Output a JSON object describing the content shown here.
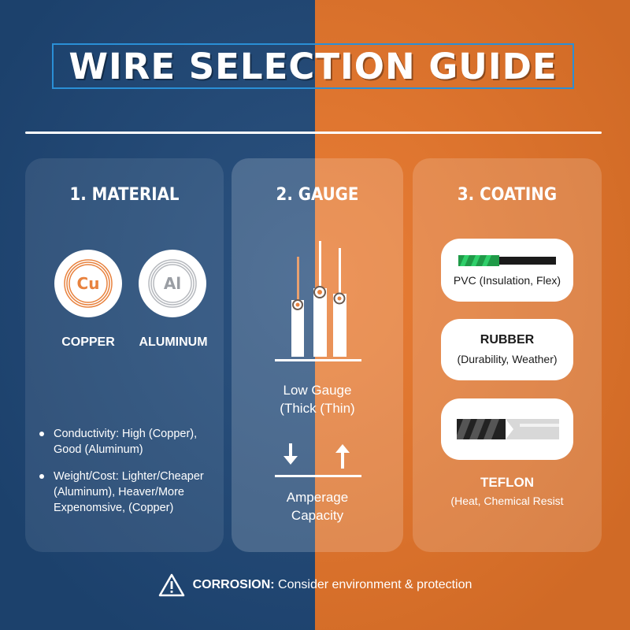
{
  "title": "WIRE SELECTION GUIDE",
  "colors": {
    "left_bg": "#1f4878",
    "right_bg": "#e8762a",
    "copper": "#e8823e",
    "aluminum": "#a9adb3",
    "pvc_green": "#1f9a48"
  },
  "material": {
    "heading": "1. MATERIAL",
    "copper": {
      "symbol": "Cu",
      "name": "COPPER",
      "icon": "copper-coil-icon"
    },
    "aluminum": {
      "symbol": "Al",
      "name": "ALUMINUM",
      "icon": "aluminum-coil-icon"
    },
    "bullets": [
      "Conductivity: High (Copper), Good (Aluminum)",
      "Weight/Cost: Lighter/Cheaper (Aluminum), Heaver/More Expenomsive, (Copper)"
    ]
  },
  "gauge": {
    "heading": "2. GAUGE",
    "icon": "wire-gauge-icon",
    "label_line1": "Low Gauge",
    "label_line2": "(Thick (Thin)",
    "arrows_icon": "up-down-arrows-icon",
    "capacity_line1": "Amperage",
    "capacity_line2": "Capacity"
  },
  "coating": {
    "heading": "3. COATING",
    "pvc": {
      "label": "PVC (Insulation, Flex)",
      "icon": "pvc-wire-icon"
    },
    "rubber": {
      "name": "RUBBER",
      "desc": "(Durability, Weather)"
    },
    "teflon": {
      "name": "TEFLON",
      "desc": "(Heat, Chemical Resist",
      "icon": "teflon-wire-icon"
    }
  },
  "footer": {
    "icon": "warning-icon",
    "strong": "CORROSION:",
    "text": "Consider environment & protection"
  }
}
